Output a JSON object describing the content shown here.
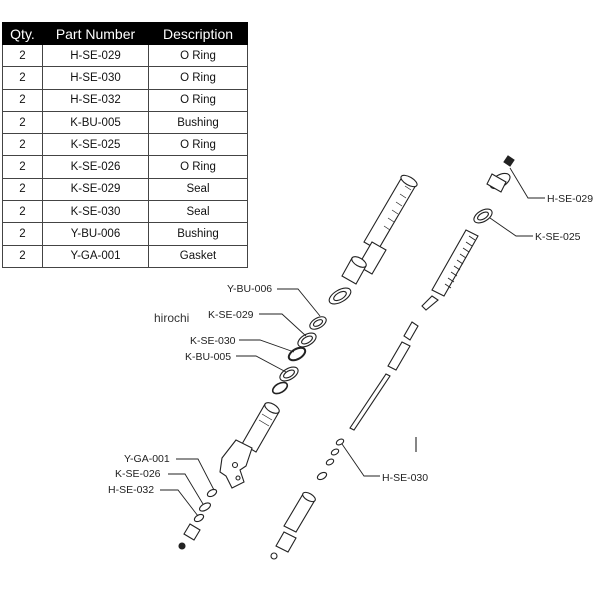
{
  "table": {
    "headers": [
      "Qty.",
      "Part Number",
      "Description"
    ],
    "rows": [
      {
        "qty": "2",
        "part": "H-SE-029",
        "desc": "O Ring"
      },
      {
        "qty": "2",
        "part": "H-SE-030",
        "desc": "O Ring"
      },
      {
        "qty": "2",
        "part": "H-SE-032",
        "desc": "O Ring"
      },
      {
        "qty": "2",
        "part": "K-BU-005",
        "desc": "Bushing"
      },
      {
        "qty": "2",
        "part": "K-SE-025",
        "desc": "O Ring"
      },
      {
        "qty": "2",
        "part": "K-SE-026",
        "desc": "O Ring"
      },
      {
        "qty": "2",
        "part": "K-SE-029",
        "desc": "Seal"
      },
      {
        "qty": "2",
        "part": "K-SE-030",
        "desc": "Seal"
      },
      {
        "qty": "2",
        "part": "Y-BU-006",
        "desc": "Bushing"
      },
      {
        "qty": "2",
        "part": "Y-GA-001",
        "desc": "Gasket"
      }
    ]
  },
  "callouts": {
    "h_se_029": "H-SE-029",
    "k_se_025": "K-SE-025",
    "y_bu_006": "Y-BU-006",
    "k_se_029": "K-SE-029",
    "k_se_030": "K-SE-030",
    "k_bu_005": "K-BU-005",
    "y_ga_001": "Y-GA-001",
    "k_se_026": "K-SE-026",
    "h_se_032": "H-SE-032",
    "h_se_030": "H-SE-030"
  },
  "watermark": "hirochi"
}
